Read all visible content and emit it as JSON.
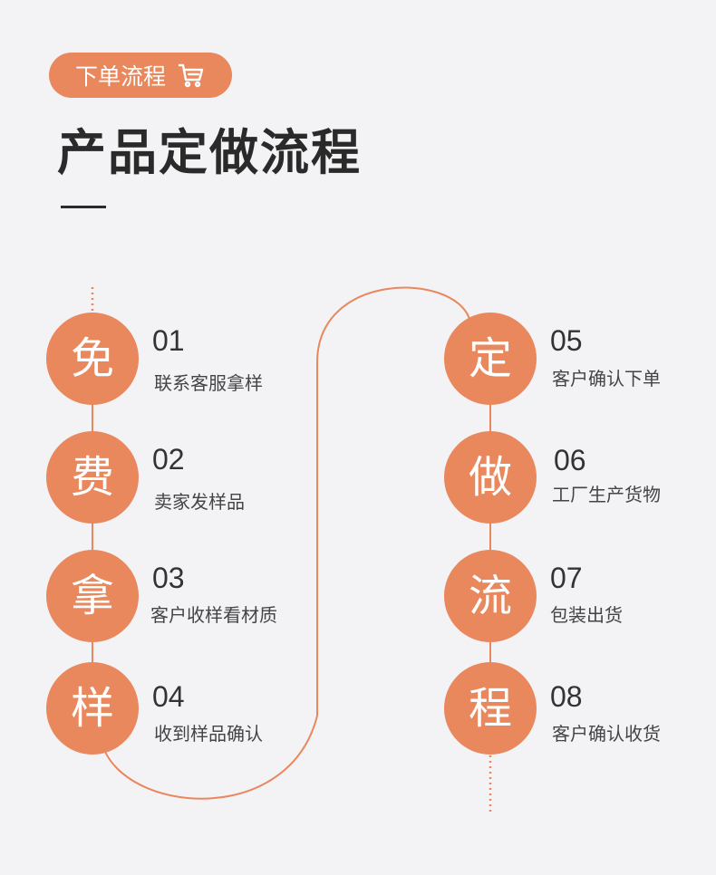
{
  "header": {
    "tag_label": "下单流程",
    "tag_icon": "cart-icon",
    "title": "产品定做流程"
  },
  "colors": {
    "accent": "#e9875d",
    "background": "#f3f3f6",
    "title": "#2a2a2a"
  },
  "steps": [
    {
      "char": "免",
      "num": "01",
      "desc": "联系客服拿样"
    },
    {
      "char": "费",
      "num": "02",
      "desc": "卖家发样品"
    },
    {
      "char": "拿",
      "num": "03",
      "desc": "客户收样看材质"
    },
    {
      "char": "样",
      "num": "04",
      "desc": "收到样品确认"
    },
    {
      "char": "定",
      "num": "05",
      "desc": "客户确认下单"
    },
    {
      "char": "做",
      "num": "06",
      "desc": "工厂生产货物"
    },
    {
      "char": "流",
      "num": "07",
      "desc": "包装出货"
    },
    {
      "char": "程",
      "num": "08",
      "desc": "客户确认收货"
    }
  ]
}
